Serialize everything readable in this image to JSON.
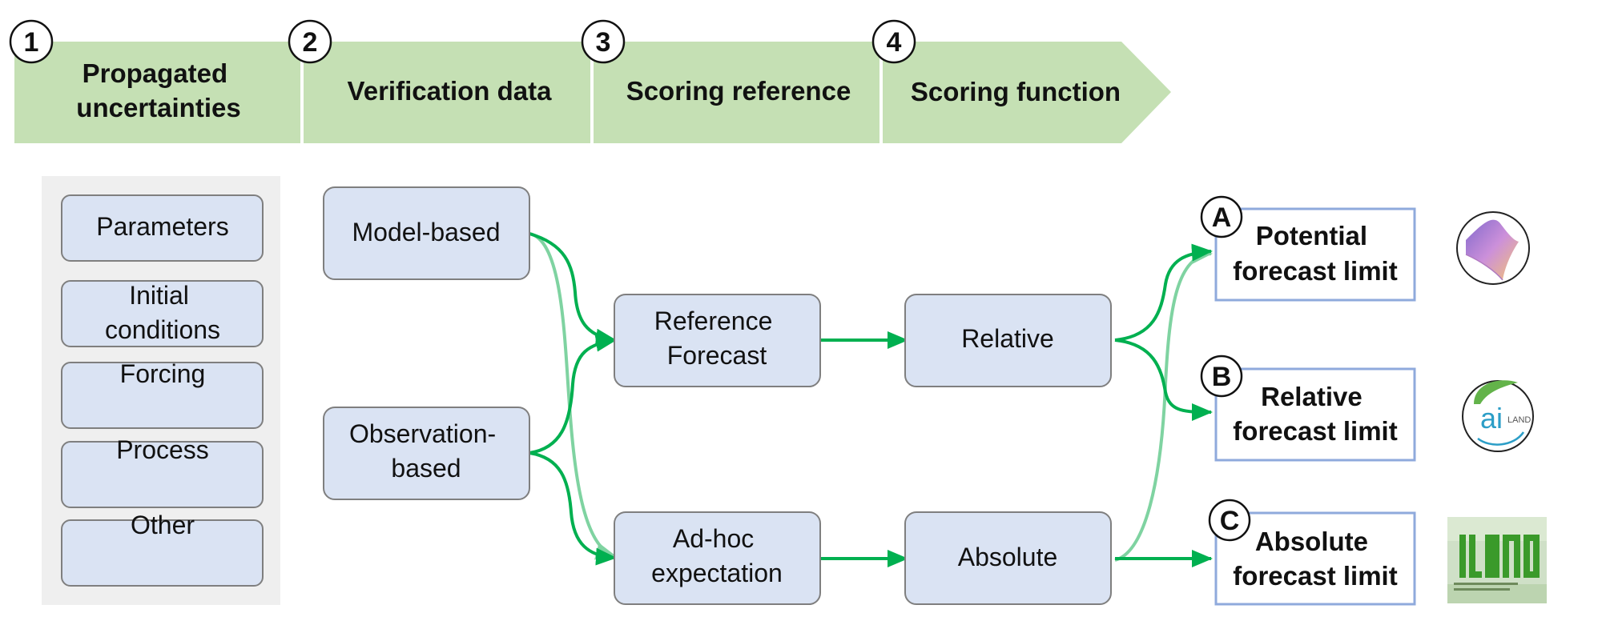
{
  "steps": [
    {
      "number": "1",
      "lines": [
        "Propagated",
        "uncertainties"
      ]
    },
    {
      "number": "2",
      "lines": [
        "Verification data"
      ]
    },
    {
      "number": "3",
      "lines": [
        "Scoring reference"
      ]
    },
    {
      "number": "4",
      "lines": [
        "Scoring function"
      ]
    }
  ],
  "uncertainties": {
    "items": [
      {
        "lines": [
          "Parameters"
        ]
      },
      {
        "lines": [
          "Initial",
          "conditions"
        ]
      },
      {
        "lines": [
          "Forcing"
        ]
      },
      {
        "lines": [
          "Process"
        ]
      },
      {
        "lines": [
          "Other"
        ]
      }
    ]
  },
  "verification": {
    "model_based": [
      "Model-based"
    ],
    "observation_based": [
      "Observation-",
      "based"
    ]
  },
  "reference": {
    "reference_forecast": [
      "Reference",
      "Forecast"
    ],
    "adhoc": [
      "Ad-hoc",
      "expectation"
    ]
  },
  "scoring": {
    "relative": [
      "Relative"
    ],
    "absolute": [
      "Absolute"
    ]
  },
  "outcomes": [
    {
      "letter": "A",
      "lines": [
        "Potential",
        "forecast limit"
      ],
      "logo": "surface-plot-logo"
    },
    {
      "letter": "B",
      "lines": [
        "Relative",
        "forecast limit"
      ],
      "logo": "ai-land-logo"
    },
    {
      "letter": "C",
      "lines": [
        "Absolute",
        "forecast limit"
      ],
      "logo": "iland-logo"
    }
  ],
  "colors": {
    "banner": "#c5e0b4",
    "box_fill": "#dae3f3",
    "box_stroke": "#7f7f7f",
    "panel": "#efefef",
    "arrow": "#00b050",
    "arrow_light": "#7fd3a1",
    "outcome_stroke": "#8faadc"
  }
}
